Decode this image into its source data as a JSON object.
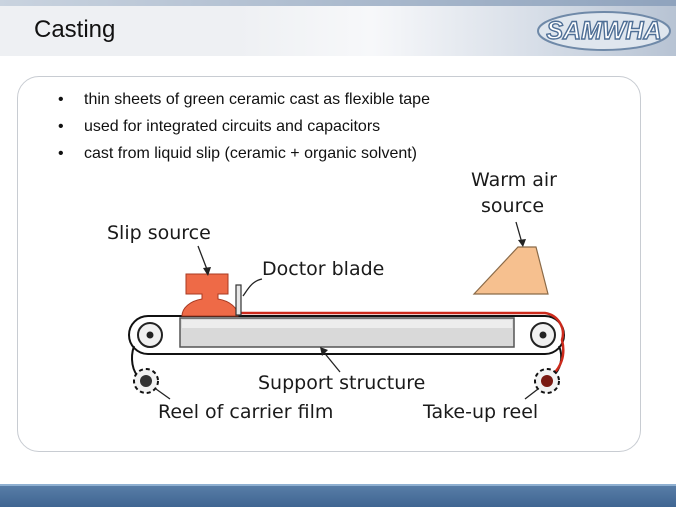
{
  "slide": {
    "title": "Casting",
    "logo_text": "SAMWHA",
    "bullets": [
      "thin sheets of green ceramic cast as flexible tape",
      "used for integrated circuits and capacitors",
      "cast from liquid slip (ceramic + organic solvent)"
    ]
  },
  "diagram": {
    "labels": {
      "warm_air_line1": "Warm air",
      "warm_air_line2": "source",
      "slip_source": "Slip source",
      "doctor_blade": "Doctor blade",
      "support_structure": "Support structure",
      "reel_of_carrier_film": "Reel of carrier film",
      "take_up_reel": "Take-up reel"
    },
    "colors": {
      "slip": "#ee6a47",
      "warm_air": "#f6c08f",
      "support": "#d9d9d9",
      "film_red": "#cc2a1c"
    }
  }
}
